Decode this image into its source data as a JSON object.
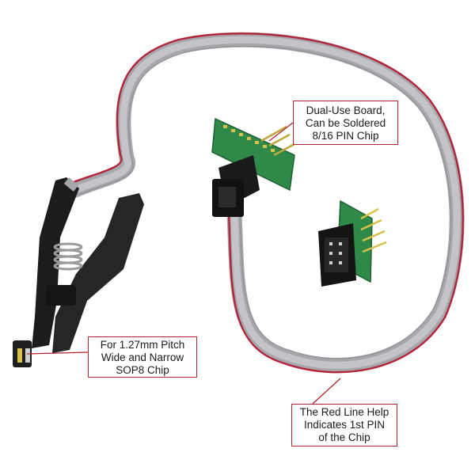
{
  "callouts": {
    "pitch": {
      "lines": [
        "For 1.27mm Pitch",
        "Wide and Narrow",
        "SOP8 Chip"
      ]
    },
    "dual_use": {
      "lines": [
        "Dual-Use Board,",
        "Can be Soldered",
        "8/16 PIN Chip"
      ]
    },
    "red_line": {
      "lines": [
        "The Red Line Help",
        "Indicates 1st PIN",
        "of the Chip"
      ]
    }
  },
  "colors": {
    "cable": "#a7a7ab",
    "red_stripe": "#b3243a",
    "pcb": "#2f8a4a",
    "clip": "#1c1c1c",
    "callout_border": "#b0242c",
    "pin_gold": "#d8c14a"
  }
}
